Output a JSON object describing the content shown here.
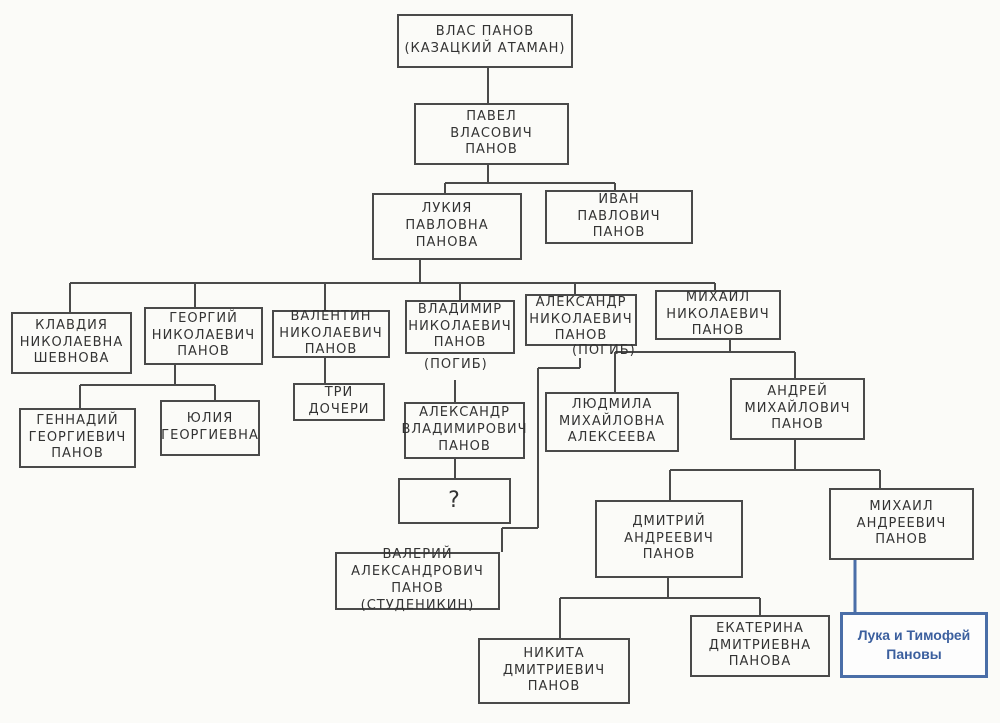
{
  "nodes": {
    "vlas": "ВЛАС ПАНОВ\n(КАЗАЦКИЙ АТАМАН)",
    "pavel": "ПАВЕЛ\nВЛАСОВИЧ\nПАНОВ",
    "lukiya": "ЛУКИЯ\nПАВЛОВНА\nПАНОВА",
    "ivan": "ИВАН\nПАВЛОВИЧ\nПАНОВ",
    "klavdiya": "КЛАВДИЯ\nНИКОЛАЕВНА\nШЕВНОВА",
    "georgiy": "ГЕОРГИЙ\nНИКОЛАЕВИЧ\nПАНОВ",
    "valentin": "ВАЛЕНТИН\nНИКОЛАЕВИЧ\nПАНОВ",
    "vladimir": "ВЛАДИМИР\nНИКОЛАЕВИЧ\nПАНОВ",
    "aleksandr_n": "АЛЕКСАНДР\nНИКОЛАЕВИЧ\nПАНОВ",
    "mikhail_n": "МИХАИЛ\nНИКОЛАЕВИЧ\nПАНОВ",
    "gennadiy": "ГЕННАДИЙ\nГЕОРГИЕВИЧ\nПАНОВ",
    "yuliya": "ЮЛИЯ\nГЕОРГИЕВНА",
    "tri_docheri": "ТРИ\nДОЧЕРИ",
    "aleksandr_v": "АЛЕКСАНДР\nВЛАДИМИРОВИЧ\nПАНОВ",
    "unknown": "?",
    "valeriy": "ВАЛЕРИЙ\nАЛЕКСАНДРОВИЧ\nПАНОВ (СТУДЕНИКИН)",
    "lyudmila": "ЛЮДМИЛА\nМИХАЙЛОВНА\nАЛЕКСЕЕВА",
    "andrey": "АНДРЕЙ\nМИХАЙЛОВИЧ\nПАНОВ",
    "dmitriy": "ДМИТРИЙ\nАНДРЕЕВИЧ\nПАНОВ",
    "mikhail_a": "МИХАИЛ\nАНДРЕЕВИЧ\nПАНОВ",
    "nikita": "НИКИТА\nДМИТРИЕВИЧ\nПАНОВ",
    "ekaterina": "ЕКАТЕРИНА\nДМИТРИЕВНА\nПАНОВА"
  },
  "notes": {
    "vladimir_died": "(ПОГИБ)",
    "aleksandr_died": "(ПОГИБ)"
  },
  "callout": {
    "text": "Лука и Тимофей\nПановы",
    "border_color": "#4a6ea8",
    "text_color": "#3b5f9e"
  },
  "colors": {
    "ink": "#4a4a4a",
    "paper": "#fbfbf8"
  }
}
